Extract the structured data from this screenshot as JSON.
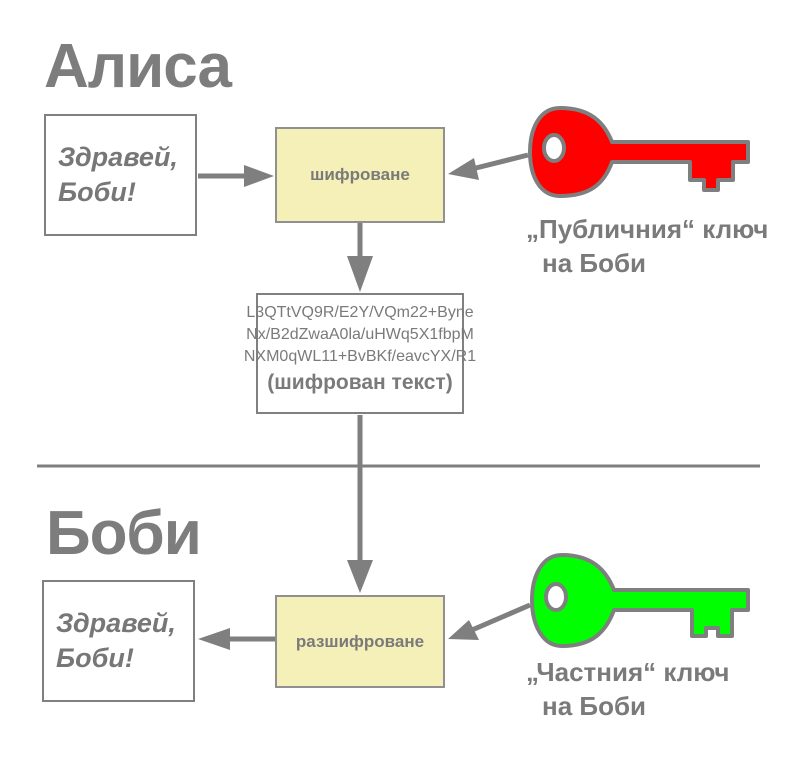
{
  "alice": {
    "title": "Алиса",
    "message_line1": "Здравей,",
    "message_line2": "Боби!",
    "encrypt_label": "шифроване"
  },
  "public_key": {
    "line1": "„Публичния“ ключ",
    "line2": "на Боби",
    "color": "#ff0000"
  },
  "ciphertext": {
    "lines": [
      "L3QTtVQ9R/E2Y/VQm22+Byne",
      "Nx/B2dZwaA0la/uHWq5X1fbpM",
      "NXM0qWL11+BvBKf/eavcYX/R1"
    ],
    "label": "(шифрован текст)"
  },
  "bob": {
    "title": "Боби",
    "message_line1": "Здравей,",
    "message_line2": "Боби!",
    "decrypt_label": "разшифроване"
  },
  "private_key": {
    "line1": "„Частния“ ключ",
    "line2": "на Боби",
    "color": "#00ff00"
  },
  "colors": {
    "box_fill": "#f5efb8",
    "stroke": "#808080",
    "arrow": "#7f7f7f"
  }
}
